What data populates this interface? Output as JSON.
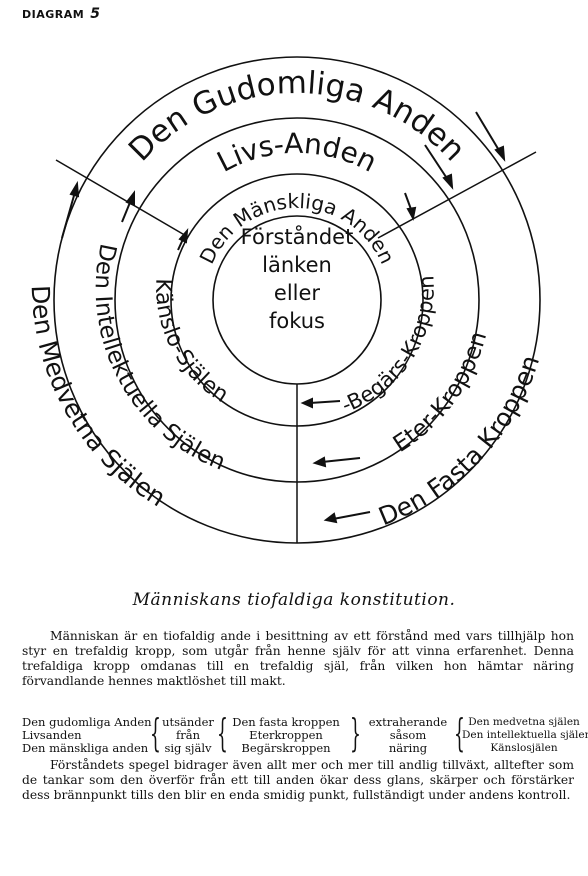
{
  "header": {
    "label": "DIAGRAM",
    "number": "5"
  },
  "diagram": {
    "outer_ring": "Den Gudomliga Anden",
    "second_ring": "Livs-Anden",
    "third_ring": "Den Mänskliga Anden",
    "center_lines": [
      "Förståndet",
      "länken",
      "eller",
      "fokus"
    ],
    "left_outer": "Den Medvetna Själen",
    "left_second": "Den Intellektuella Själen",
    "left_third": "Känslo-Själen",
    "right_third": "-Begärs-Kroppen",
    "right_second": "Eter-Kroppen",
    "right_outer": "Den Fasta Kroppen"
  },
  "caption": "Människans tiofaldiga konstitution.",
  "paragraph_1": "Människan är en tiofaldig ande i besittning av ett förstånd med vars tillhjälp hon styr en trefaldig kropp, som utgår från henne själv för att vinna erfarenhet. Denna trefaldiga kropp omdanas till en trefaldig själ, från vilken hon hämtar näring förvandlande hennes maktlöshet till makt.",
  "table": {
    "col1": [
      "Den gudomliga Anden",
      "Livsanden",
      "Den mänskliga anden"
    ],
    "col2": [
      "utsänder",
      "från",
      "sig själv"
    ],
    "col3": [
      "Den fasta kroppen",
      "Eterkroppen",
      "Begärskroppen"
    ],
    "col4": [
      "extraherande",
      "såsom",
      "näring"
    ],
    "col5": [
      "Den medvetna själen",
      "Den intellektuella själen",
      "Känslosjälen"
    ]
  },
  "paragraph_2": "Förståndets spegel bidrager även allt mer och mer till andlig tillväxt, alltefter som de tankar som den överför från ett till anden ökar dess glans, skärper och förstärker dess brännpunkt tills den blir en enda smidig punkt, fullständigt under andens kontroll."
}
